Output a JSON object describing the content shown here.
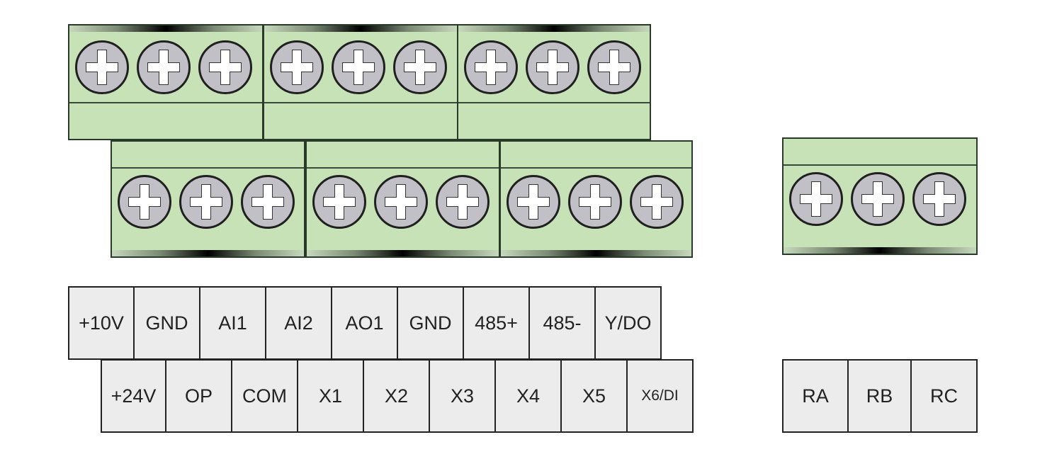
{
  "diagram": {
    "type": "terminal-block-wiring",
    "colors": {
      "block_green": "#c8e2b8",
      "screw_gray": "#c0c0c6",
      "label_bg": "#ececec",
      "outline": "#222222"
    },
    "top_row": {
      "blocks": [
        {
          "screws": 3
        },
        {
          "screws": 3
        },
        {
          "screws": 3
        }
      ]
    },
    "bottom_row": {
      "blocks": [
        {
          "screws": 3
        },
        {
          "screws": 3
        },
        {
          "screws": 3
        }
      ]
    },
    "relay_block": {
      "screws": 3
    },
    "labels_row1": [
      "+10V",
      "GND",
      "AI1",
      "AI2",
      "AO1",
      "GND",
      "485+",
      "485-",
      "Y/DO"
    ],
    "labels_row2": [
      "+24V",
      "OP",
      "COM",
      "X1",
      "X2",
      "X3",
      "X4",
      "X5",
      "X6/DI"
    ],
    "relay_labels": [
      "RA",
      "RB",
      "RC"
    ]
  }
}
